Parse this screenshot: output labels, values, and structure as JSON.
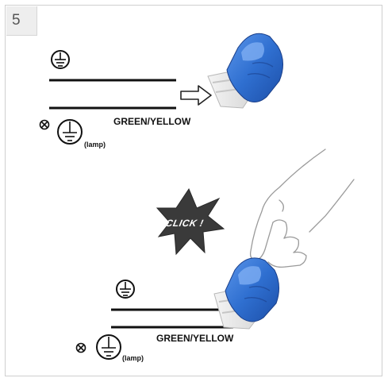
{
  "step": {
    "number": "5"
  },
  "upper": {
    "wire_label": "GREEN/YELLOW",
    "lamp_label": "(lamp)"
  },
  "lower": {
    "wire_label": "GREEN/YELLOW",
    "lamp_label": "(lamp)"
  },
  "click_badge": {
    "text": "CLICK !"
  },
  "colors": {
    "connector_blue": "#2f6fd0",
    "connector_shadow": "#1d4fa8",
    "wire": "#111111",
    "badge": "#3a3a3a"
  },
  "icons": [
    "ground-symbol-icon",
    "excluded-x-icon",
    "arrow-right-icon",
    "connector-icon",
    "hand-icon",
    "burst-badge-icon"
  ]
}
